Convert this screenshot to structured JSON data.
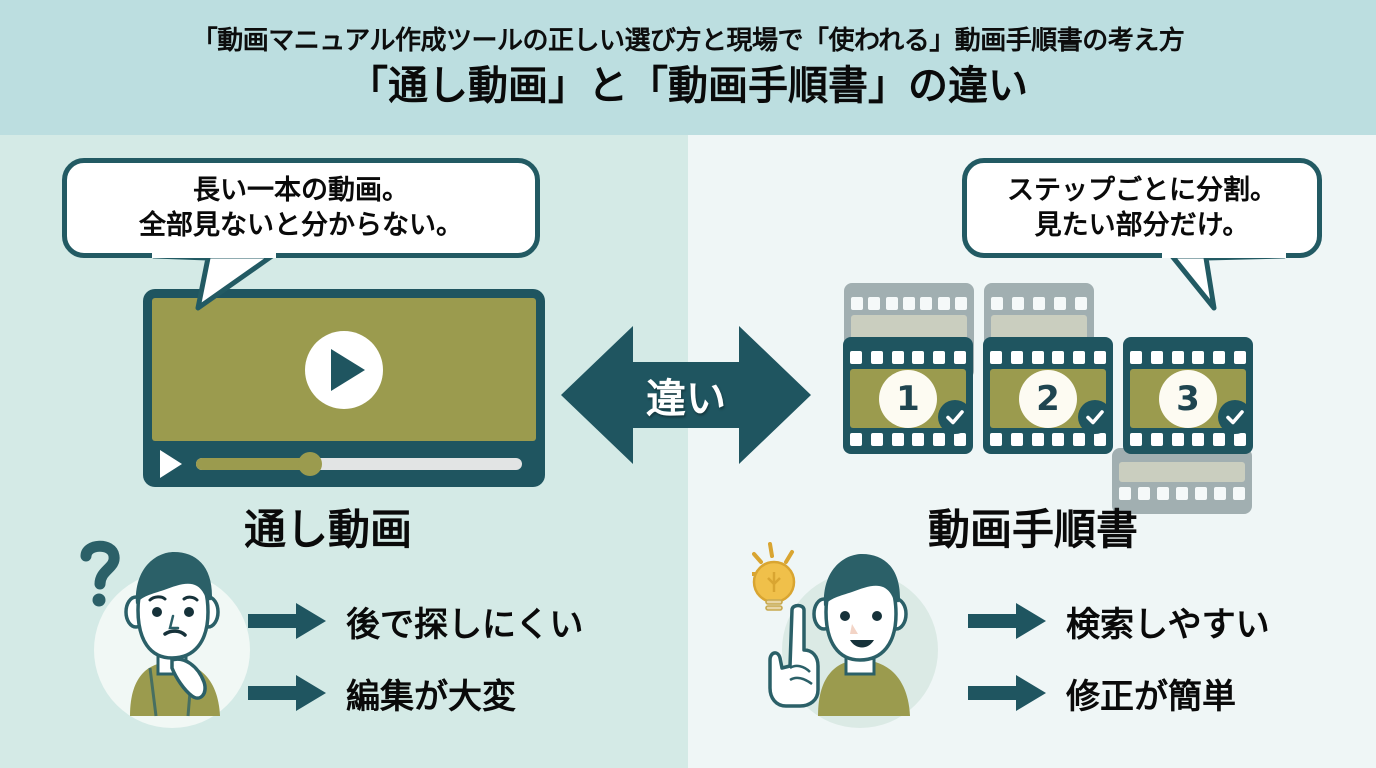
{
  "header": {
    "subtitle": "「動画マニュアル作成ツールの正しい選び方と現場で「使われる」動画手順書の考え方",
    "title": "「通し動画」と「動画手順書」の違い",
    "background_color": "#bcdee0"
  },
  "colors": {
    "panel_left_bg": "#d4eae6",
    "panel_right_bg": "#eff6f6",
    "teal": "#1f5560",
    "bubble_border": "#225a63",
    "olive": "#9b9b4e",
    "text": "#0a0a0a",
    "bulb": "#f0c04a"
  },
  "left": {
    "bubble": {
      "line1": "長い一本の動画。",
      "line2": "全部見ないと分からない。"
    },
    "caption": "通し動画",
    "video": {
      "play_icon": "play-icon",
      "progress_percent": 35,
      "screen_color": "#9b9b4e",
      "frame_color": "#1f5560"
    },
    "person": {
      "mood_icon": "question-mark-icon",
      "expression": "worried"
    },
    "bullets": [
      {
        "arrow_icon": "arrow-right-icon",
        "text": "後で探しにくい"
      },
      {
        "arrow_icon": "arrow-right-icon",
        "text": "編集が大変"
      }
    ]
  },
  "right": {
    "bubble": {
      "line1": "ステップごとに分割。",
      "line2": "見たい部分だけ。"
    },
    "caption": "動画手順書",
    "film_frames": [
      {
        "number": "1",
        "check_icon": "check-circle-icon"
      },
      {
        "number": "2",
        "check_icon": "check-circle-icon"
      },
      {
        "number": "3",
        "check_icon": "check-circle-icon"
      }
    ],
    "person": {
      "mood_icon": "lightbulb-icon",
      "expression": "smiling",
      "gesture": "pointing-up"
    },
    "bullets": [
      {
        "arrow_icon": "arrow-right-icon",
        "text": "検索しやすい"
      },
      {
        "arrow_icon": "arrow-right-icon",
        "text": "修正が簡単"
      }
    ]
  },
  "center": {
    "arrow_label": "違い",
    "arrow_icon": "double-headed-arrow-icon"
  }
}
